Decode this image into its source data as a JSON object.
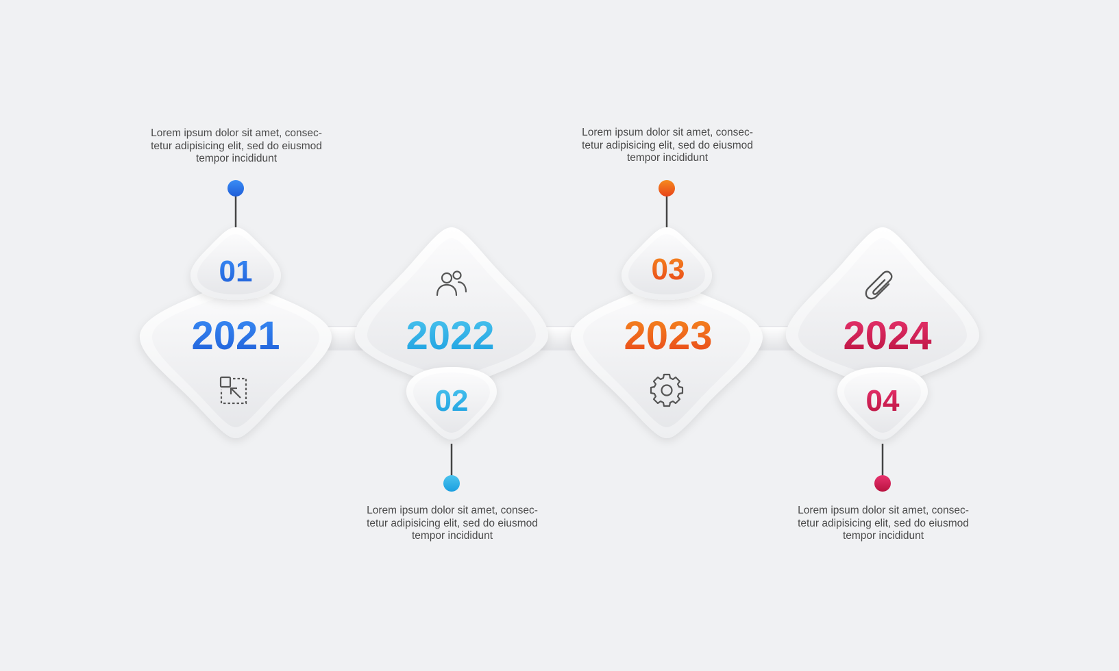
{
  "steps": [
    {
      "number": "01",
      "year": "2021",
      "icon": "select-move-icon",
      "color_start": "#3a8cf5",
      "color_end": "#1f5ed8",
      "description": [
        "Lorem ipsum dolor sit amet, consec-",
        "tetur adipisicing elit, sed do eiusmod",
        "tempor incididunt"
      ]
    },
    {
      "number": "02",
      "year": "2022",
      "icon": "users-icon",
      "color_start": "#4cc4ee",
      "color_end": "#1b9fe0",
      "description": [
        "Lorem ipsum dolor sit amet, consec-",
        "tetur adipisicing elit, sed do eiusmod",
        "tempor incididunt"
      ]
    },
    {
      "number": "03",
      "year": "2023",
      "icon": "gear-icon",
      "color_start": "#f58a1f",
      "color_end": "#e8441a",
      "description": [
        "Lorem ipsum dolor sit amet, consec-",
        "tetur adipisicing elit, sed do eiusmod",
        "tempor incididunt"
      ]
    },
    {
      "number": "04",
      "year": "2024",
      "icon": "paperclip-icon",
      "color_start": "#e8336e",
      "color_end": "#b8123f",
      "description": [
        "Lorem ipsum dolor sit amet, consec-",
        "tetur adipisicing elit, sed do eiusmod",
        "tempor incididunt"
      ]
    }
  ]
}
